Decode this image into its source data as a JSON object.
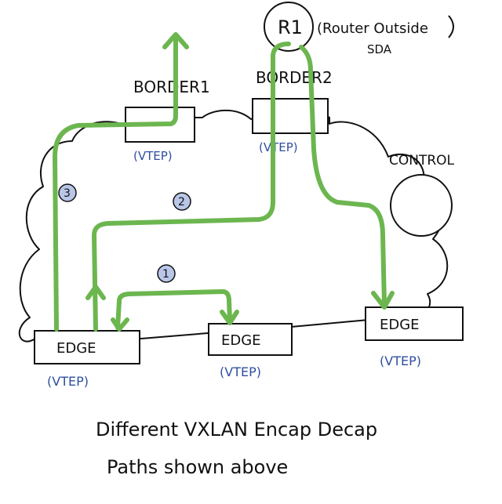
{
  "diagram": {
    "router": {
      "label": "R1",
      "note": "(Router Outside",
      "note2": "SDA"
    },
    "border1": {
      "label": "BORDER1",
      "tag": "(VTEP)"
    },
    "border2": {
      "label": "BORDER2",
      "tag": "(VTEP)"
    },
    "control": {
      "label": "CONTROL"
    },
    "edge_left": {
      "label": "EDGE",
      "tag": "(VTEP)"
    },
    "edge_mid": {
      "label": "EDGE",
      "tag": "(VTEP)"
    },
    "edge_right": {
      "label": "EDGE",
      "tag": "(VTEP)"
    },
    "paths": [
      {
        "number": "1"
      },
      {
        "number": "2"
      },
      {
        "number": "3"
      }
    ],
    "caption": {
      "line1": "Different VXLAN Encap Decap",
      "line2": "Paths shown above"
    },
    "colors": {
      "path": "#6cb64f",
      "vtep_text": "#2f4f9e",
      "badge_fill": "#b9c6e8",
      "ink": "#111111"
    }
  }
}
